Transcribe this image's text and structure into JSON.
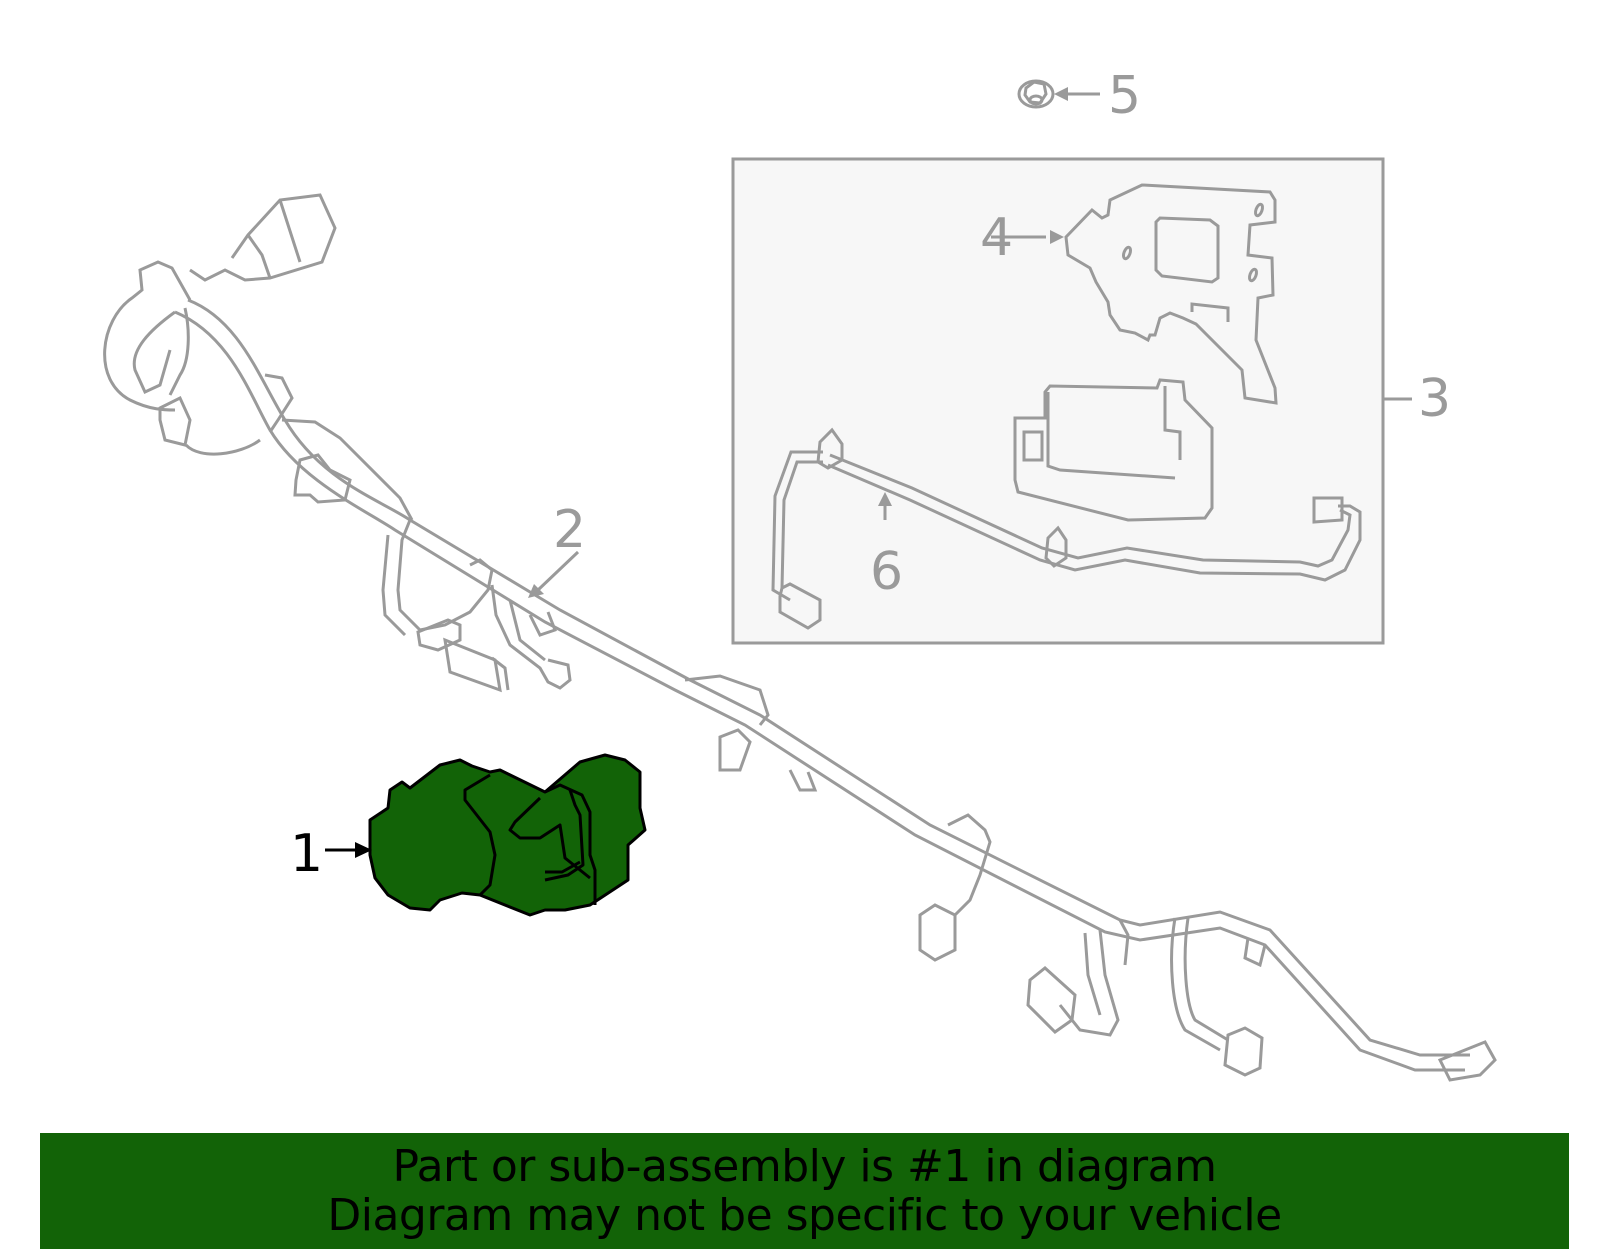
{
  "diagram": {
    "callouts": [
      {
        "id": "1",
        "label": "1",
        "highlighted": true
      },
      {
        "id": "2",
        "label": "2",
        "highlighted": false
      },
      {
        "id": "3",
        "label": "3",
        "highlighted": false
      },
      {
        "id": "4",
        "label": "4",
        "highlighted": false
      },
      {
        "id": "5",
        "label": "5",
        "highlighted": false
      },
      {
        "id": "6",
        "label": "6",
        "highlighted": false
      }
    ],
    "colors": {
      "line_art": "#9a9a9a",
      "highlight_fill": "#126307",
      "highlight_stroke": "#000000",
      "inset_box_fill": "#f7f7f7",
      "inset_box_stroke": "#9a9a9a"
    }
  },
  "banner": {
    "line1": "Part or sub-assembly is #1 in diagram",
    "line2": "Diagram may not be specific to your vehicle",
    "background": "#126307"
  }
}
